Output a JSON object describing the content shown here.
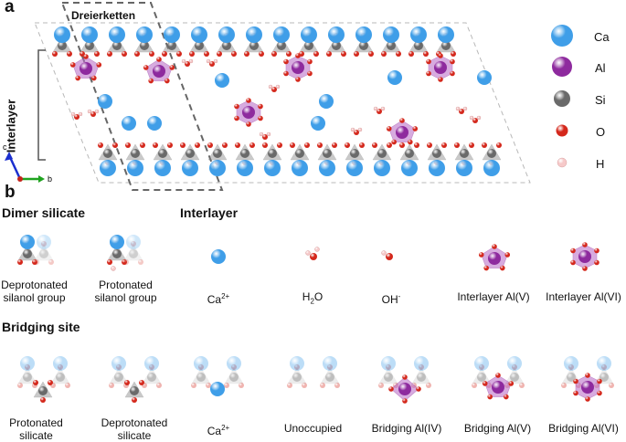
{
  "panel_a": {
    "label": "a",
    "dreierketten_label": "Dreierketten",
    "interlayer_label": "Interlayer",
    "axes": {
      "c": "c",
      "b": "b"
    }
  },
  "legend": [
    {
      "label": "Ca",
      "color": "#3f9ee8"
    },
    {
      "label": "Al",
      "color": "#8e2a9e"
    },
    {
      "label": "Si",
      "color": "#6a6a6a"
    },
    {
      "label": "O",
      "color": "#d4281c"
    },
    {
      "label": "H",
      "color": "#f6c9c9"
    }
  ],
  "panel_b": {
    "label": "b",
    "dimer_title": "Dimer silicate",
    "interlayer_title": "Interlayer",
    "bridging_title": "Bridging site",
    "dimer_items": [
      {
        "caption": "Deprotonated\nsilanol group"
      },
      {
        "caption": "Protonated\nsilanol group"
      }
    ],
    "interlayer_items": [
      {
        "base": "Ca",
        "sup": "2+"
      },
      {
        "base": "H",
        "sub": "2",
        "after": "O"
      },
      {
        "base": "OH",
        "sup": "-"
      },
      {
        "base": "Interlayer Al(V)"
      },
      {
        "base": "Interlayer Al(VI)"
      }
    ],
    "bridging_items": [
      {
        "caption": "Protonated\nsilicate"
      },
      {
        "caption": "Deprotonated\nsilicate"
      },
      {
        "base": "Ca",
        "sup": "2+"
      },
      {
        "caption": "Unoccupied"
      },
      {
        "caption": "Bridging Al(IV)"
      },
      {
        "caption": "Bridging Al(V)"
      },
      {
        "caption": "Bridging Al(VI)"
      }
    ]
  }
}
